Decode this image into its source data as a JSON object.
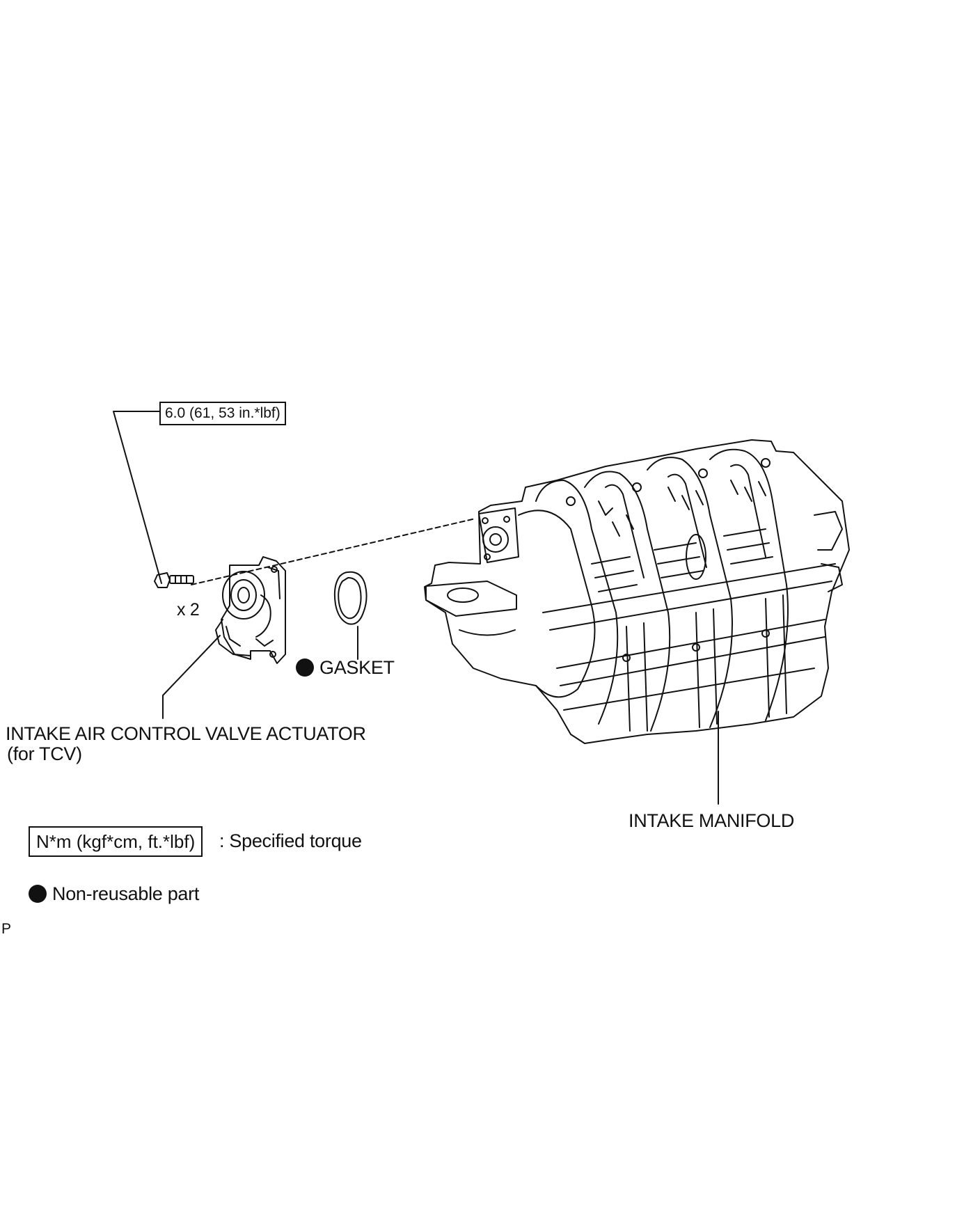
{
  "torque_callout": "6.0 (61, 53 in.*lbf)",
  "quantity_label": "x 2",
  "gasket_label": "GASKET",
  "actuator_label_line1": "INTAKE AIR CONTROL VALVE ACTUATOR",
  "actuator_label_line2": "(for TCV)",
  "manifold_label": "INTAKE MANIFOLD",
  "legend": {
    "torque_box": "N*m (kgf*cm, ft.*lbf)",
    "torque_desc": ": Specified torque",
    "nonreusable_desc": "Non-reusable part"
  },
  "corner_code": "P",
  "colors": {
    "ink": "#111111",
    "paper": "#ffffff"
  }
}
